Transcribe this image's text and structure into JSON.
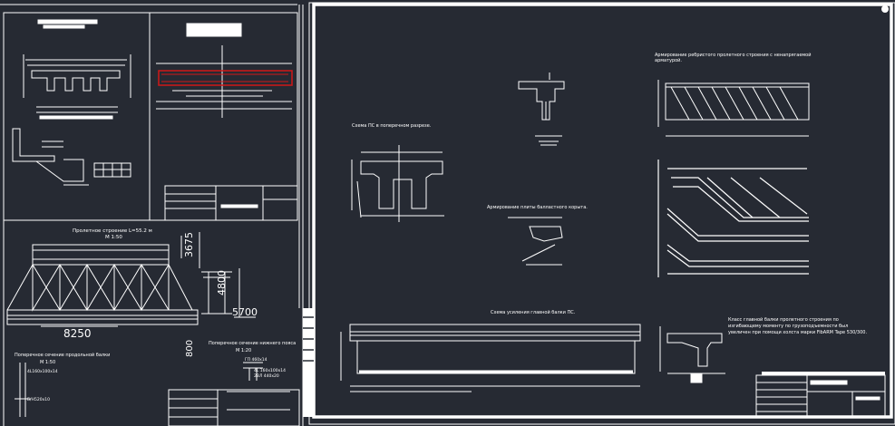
{
  "colors": {
    "background": "#262a33",
    "line": "#ffffff",
    "highlight": "#d01818"
  },
  "labels": {
    "span_title": "Пролетное строение L=55.2 м",
    "span_scale": "М 1:50",
    "dim_height1": "3675",
    "dim_height2": "4800",
    "dim_width": "5700",
    "dim_panel": "8250",
    "dim_800": "800",
    "cross_long_beam": "Поперечное сечение продольной балки",
    "cross_long_scale": "М 1:50",
    "long_beam_spec1": "4L160x100x14",
    "long_beam_spec2": "Б/Н520x10",
    "cross_lower_belt": "Поперечное сечение нижнего пояса",
    "cross_lower_scale": "М 1:20",
    "belt_spec1": "ГП 460x14",
    "belt_spec2": "4L 160x100x14",
    "belt_spec3": "2ВЛ 440x20",
    "scheme_cross": "Схема ПС в поперечном разрезе.",
    "slab_reinf": "Армирование плиты балластного корыта.",
    "rib_reinf_1": "Армирование ребристого пролетного строения с ненапрягаемой",
    "rib_reinf_2": "арматурой.",
    "beam_scheme": "Схема усиления главной балки ПС.",
    "note_1": "Класс главной балки пролетного строения по",
    "note_2": "изгибающему моменту по грузоподъемности был",
    "note_3": "увеличен при помощи холста марки FibARM Tape 530/300."
  }
}
